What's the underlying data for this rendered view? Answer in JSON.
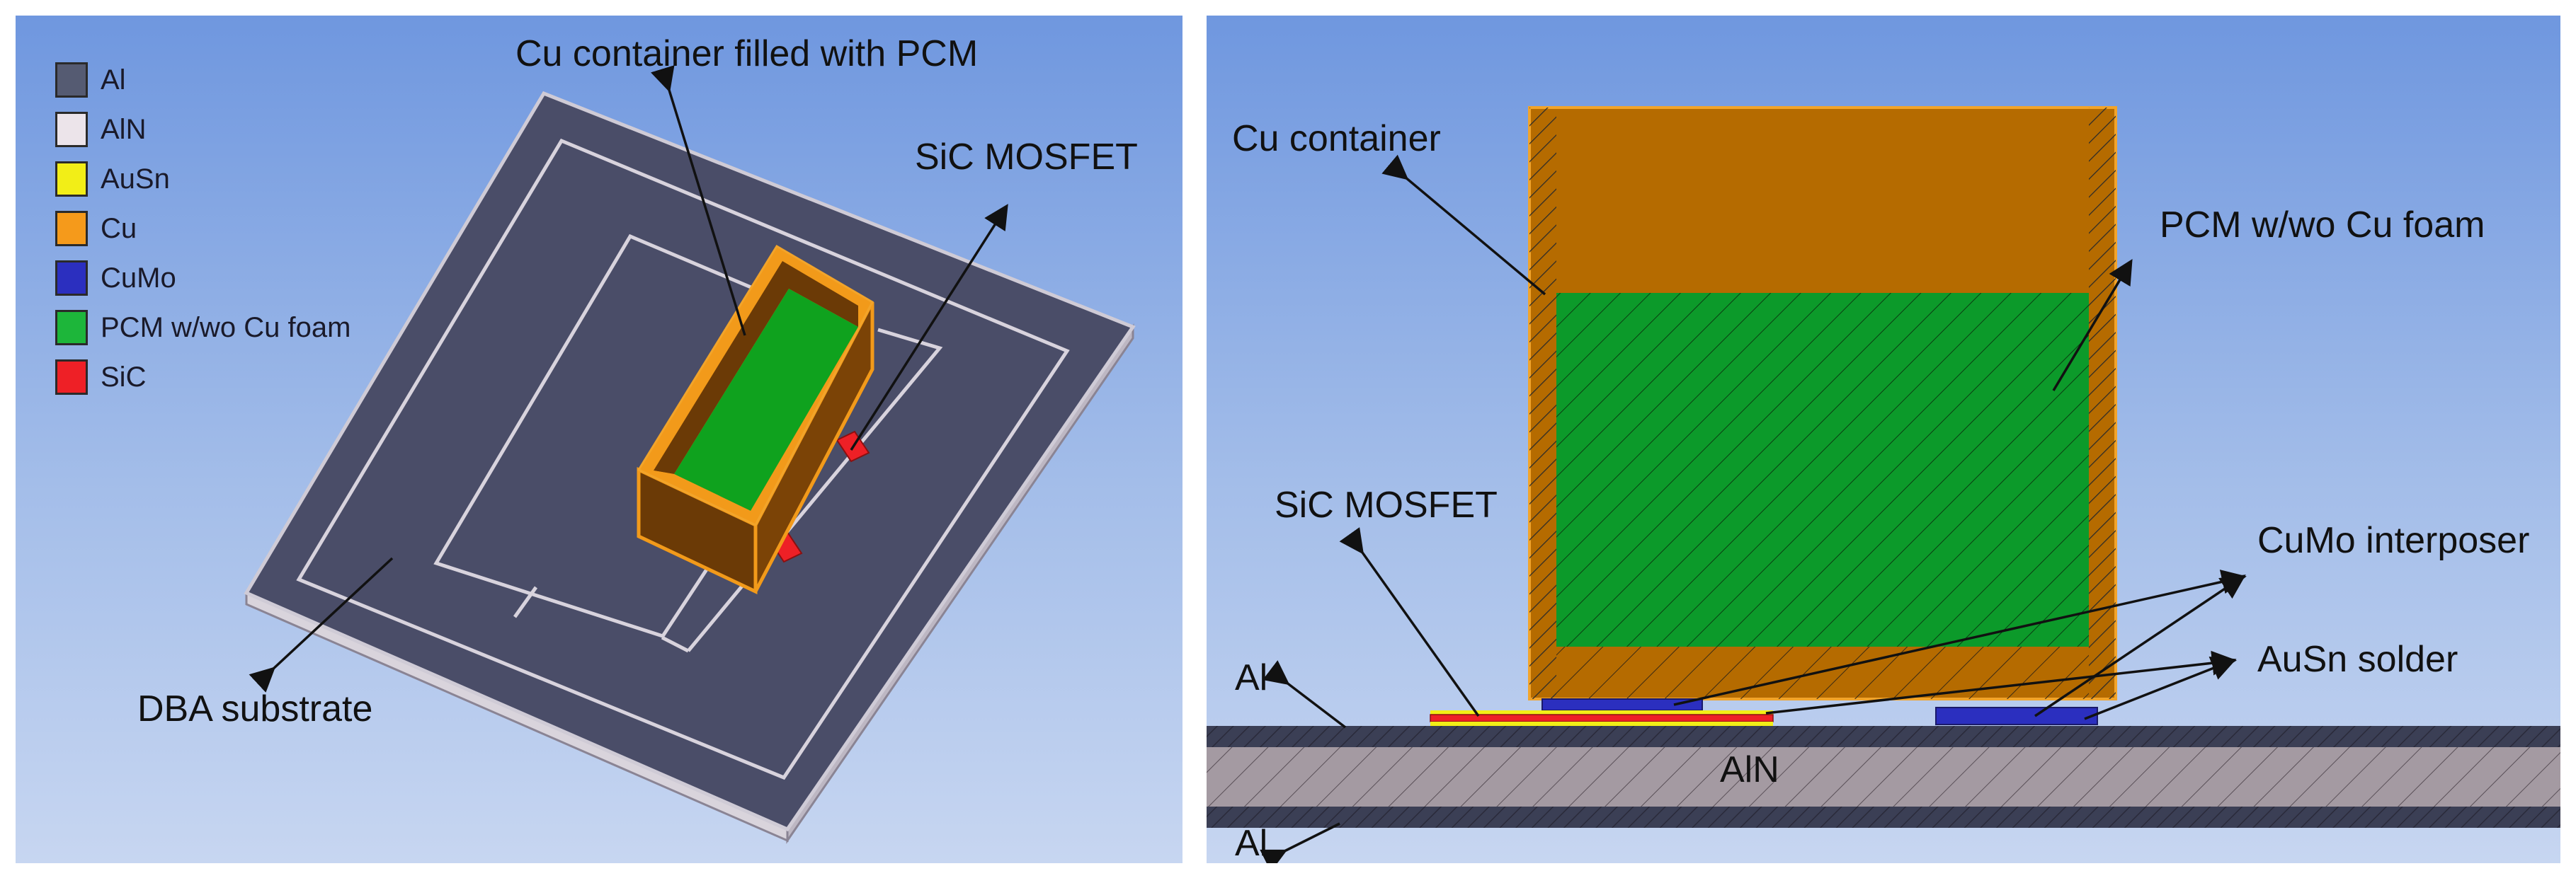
{
  "legend": {
    "items": [
      {
        "label": "Al",
        "color": "#555b72"
      },
      {
        "label": "AlN",
        "color": "#ece4ea"
      },
      {
        "label": "AuSn",
        "color": "#f2ee17"
      },
      {
        "label": "Cu",
        "color": "#f59a1b"
      },
      {
        "label": "CuMo",
        "color": "#2b2fbf"
      },
      {
        "label": "PCM w/wo Cu foam",
        "color": "#1db63a"
      },
      {
        "label": "SiC",
        "color": "#ee2026"
      }
    ]
  },
  "left_panel": {
    "label_container": "Cu container filled with PCM",
    "label_mosfet": "SiC MOSFET",
    "label_substrate": "DBA substrate"
  },
  "right_panel": {
    "label_cu_container": "Cu container",
    "label_pcm": "PCM w/wo Cu foam",
    "label_mosfet": "SiC MOSFET",
    "label_cumo": "CuMo interposer",
    "label_ausn": "AuSn solder",
    "label_al_top": "Al",
    "label_aln": "AlN",
    "label_al_bottom": "Al"
  }
}
